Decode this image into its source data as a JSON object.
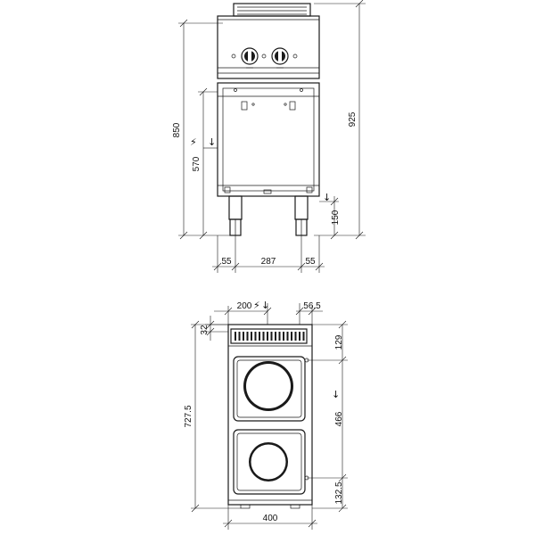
{
  "front_view": {
    "dims": {
      "height_overall": "925",
      "height_body": "850",
      "height_elec_inlet": "570",
      "height_water_inlet": "150",
      "leg_left": "55",
      "between_legs": "287",
      "leg_right": "55"
    },
    "symbols": {
      "electric": "⚡",
      "water": "↓"
    }
  },
  "top_view": {
    "dims": {
      "elec_x": "200",
      "side_offset": "56.5",
      "back_strip": "32",
      "depth": "727.5",
      "width": "400",
      "plate_top": "129",
      "plate_spacing": "466",
      "plate_bottom": "132.5"
    },
    "symbols": {
      "electric": "⚡"
    }
  },
  "colors": {
    "line": "#1a1a1a",
    "background": "#ffffff"
  }
}
